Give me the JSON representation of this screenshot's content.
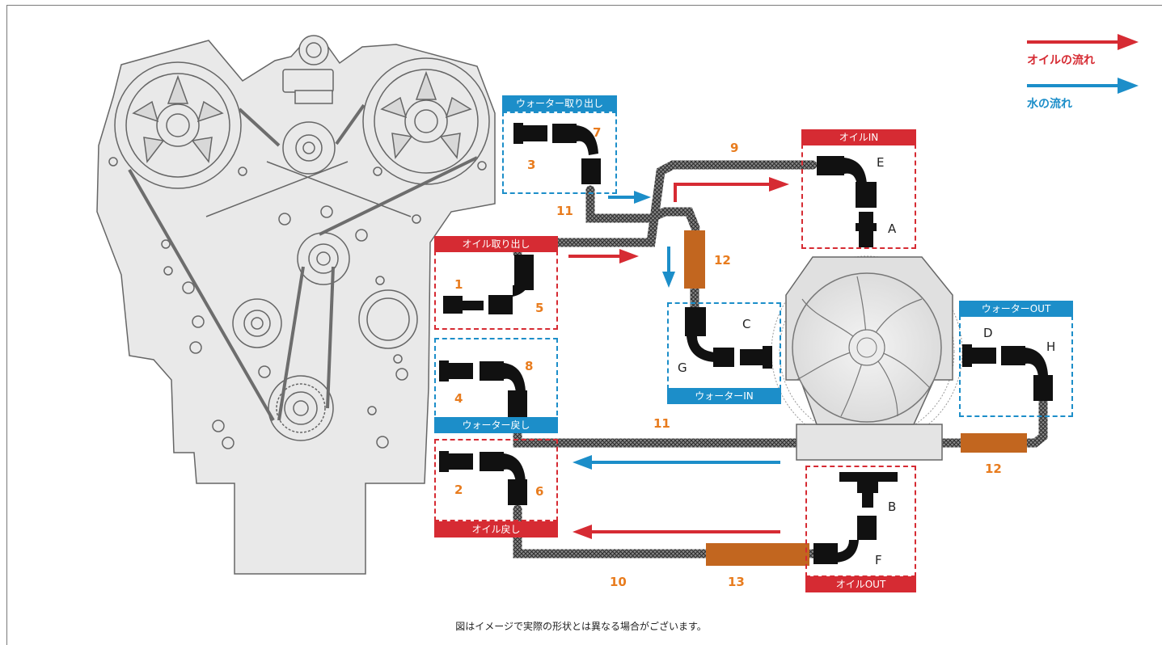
{
  "legend": {
    "oil_flow": "オイルの流れ",
    "water_flow": "水の流れ",
    "oil_color": "#d62b33",
    "water_color": "#1c8ec9"
  },
  "sections": {
    "water_takeout": "ウォーター取り出し",
    "oil_takeout": "オイル取り出し",
    "water_return": "ウォーター戻し",
    "oil_return": "オイル戻し",
    "oil_in": "オイルIN",
    "water_in": "ウォーターIN",
    "water_out": "ウォーターOUT",
    "oil_out": "オイルOUT"
  },
  "numbers": {
    "n1": "1",
    "n2": "2",
    "n3": "3",
    "n4": "4",
    "n5": "5",
    "n6": "6",
    "n7": "7",
    "n8": "8",
    "n9": "9",
    "n10": "10",
    "n11_top": "11",
    "n11_mid": "11",
    "n12_mid": "12",
    "n12_right": "12",
    "n13": "13"
  },
  "letters": {
    "A": "A",
    "B": "B",
    "C": "C",
    "D": "D",
    "E": "E",
    "F": "F",
    "G": "G",
    "H": "H"
  },
  "caption": "図はイメージで実際の形状とは異なる場合がございます。",
  "colors": {
    "hose": "#555555",
    "sleeve": "#c2661f",
    "fitting": "#111111",
    "number_orange": "#e87c1e",
    "engine_fill": "#e9e9e9"
  }
}
